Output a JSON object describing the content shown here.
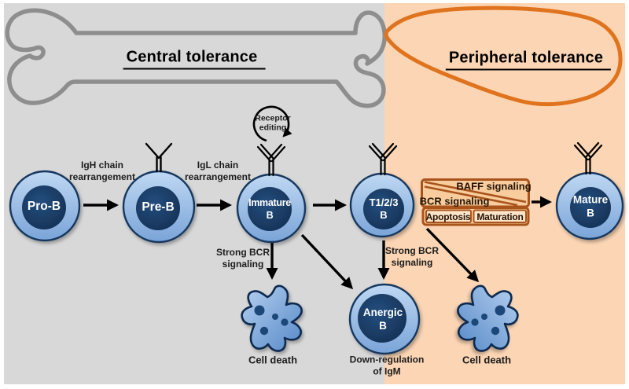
{
  "figure": {
    "central_title": "Central tolerance",
    "peripheral_title": "Peripheral tolerance"
  },
  "cells": {
    "pro_b": "Pro-B",
    "pre_b": "Pre-B",
    "immature_l1": "Immature",
    "immature_l2": "B",
    "t123_l1": "T1/2/3",
    "t123_l2": "B",
    "mature_l1": "Mature",
    "mature_l2": "B",
    "anergic_l1": "Anergic",
    "anergic_l2": "B"
  },
  "labels": {
    "igh_l1": "IgH chain",
    "igh_l2": "rearrangement",
    "igl_l1": "IgL chain",
    "igl_l2": "rearrangement",
    "receptor_editing_l1": "Receptor",
    "receptor_editing_l2": "editing",
    "strong_bcr_l1": "Strong BCR",
    "strong_bcr_l2": "signaling",
    "baff_signaling": "BAFF signaling",
    "bcr_signaling": "BCR signaling",
    "apoptosis": "Apoptosis",
    "maturation": "Maturation",
    "cell_death": "Cell death",
    "downreg_l1": "Down-regulation",
    "downreg_l2": "of IgM"
  },
  "colors": {
    "central_bg": "#d8d8d8",
    "peripheral_bg": "#fbd5b4",
    "peripheral_outline": "#e0731d",
    "bone_outline": "#8e8e8e",
    "signal_box_border": "#a8541c",
    "signal_box_fill": "#f9cc9d",
    "signal_inner_fill": "#fce4ca",
    "cell_border": "#17375e",
    "cell_fill_top": "#bfd8f3",
    "cell_fill_bottom": "#7aa4d8",
    "arrow": "#000000"
  }
}
